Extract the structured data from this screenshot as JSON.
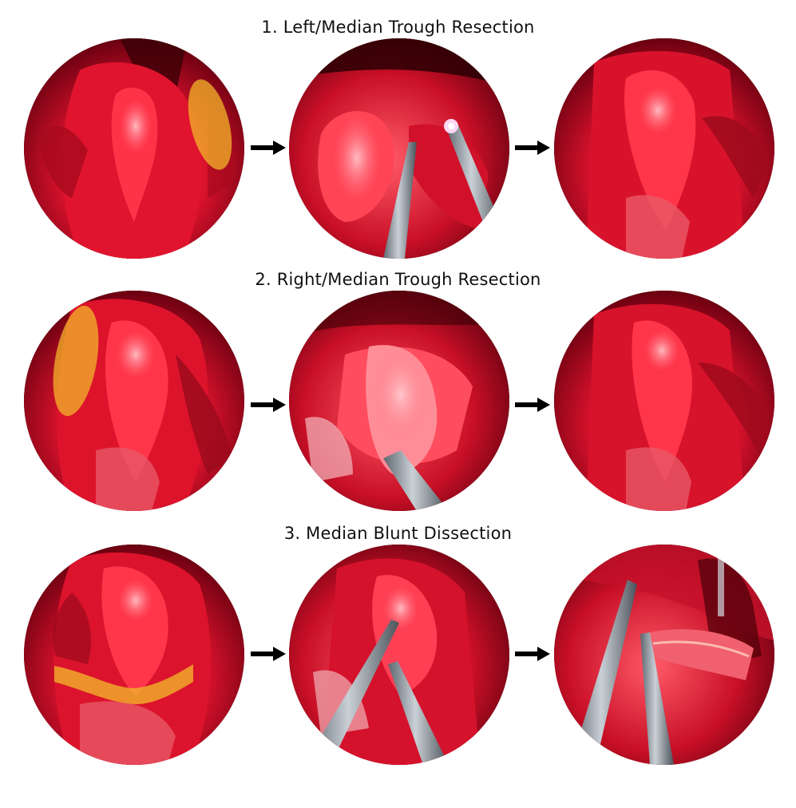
{
  "colors": {
    "tissue_dark": "#7a0010",
    "tissue_mid": "#d0102a",
    "tissue_bright": "#ff3a4e",
    "tissue_pale": "#f2c2c4",
    "overlay": "#f2b52a",
    "instrument": "#9aa2aa",
    "arrow": "#000000"
  },
  "rows": [
    {
      "title": "1. Left/Median Trough Resection"
    },
    {
      "title": "2. Right/Median Trough Resection"
    },
    {
      "title": "3. Median Blunt Dissection"
    }
  ],
  "icons": {
    "arrow": "right-arrow-icon"
  }
}
